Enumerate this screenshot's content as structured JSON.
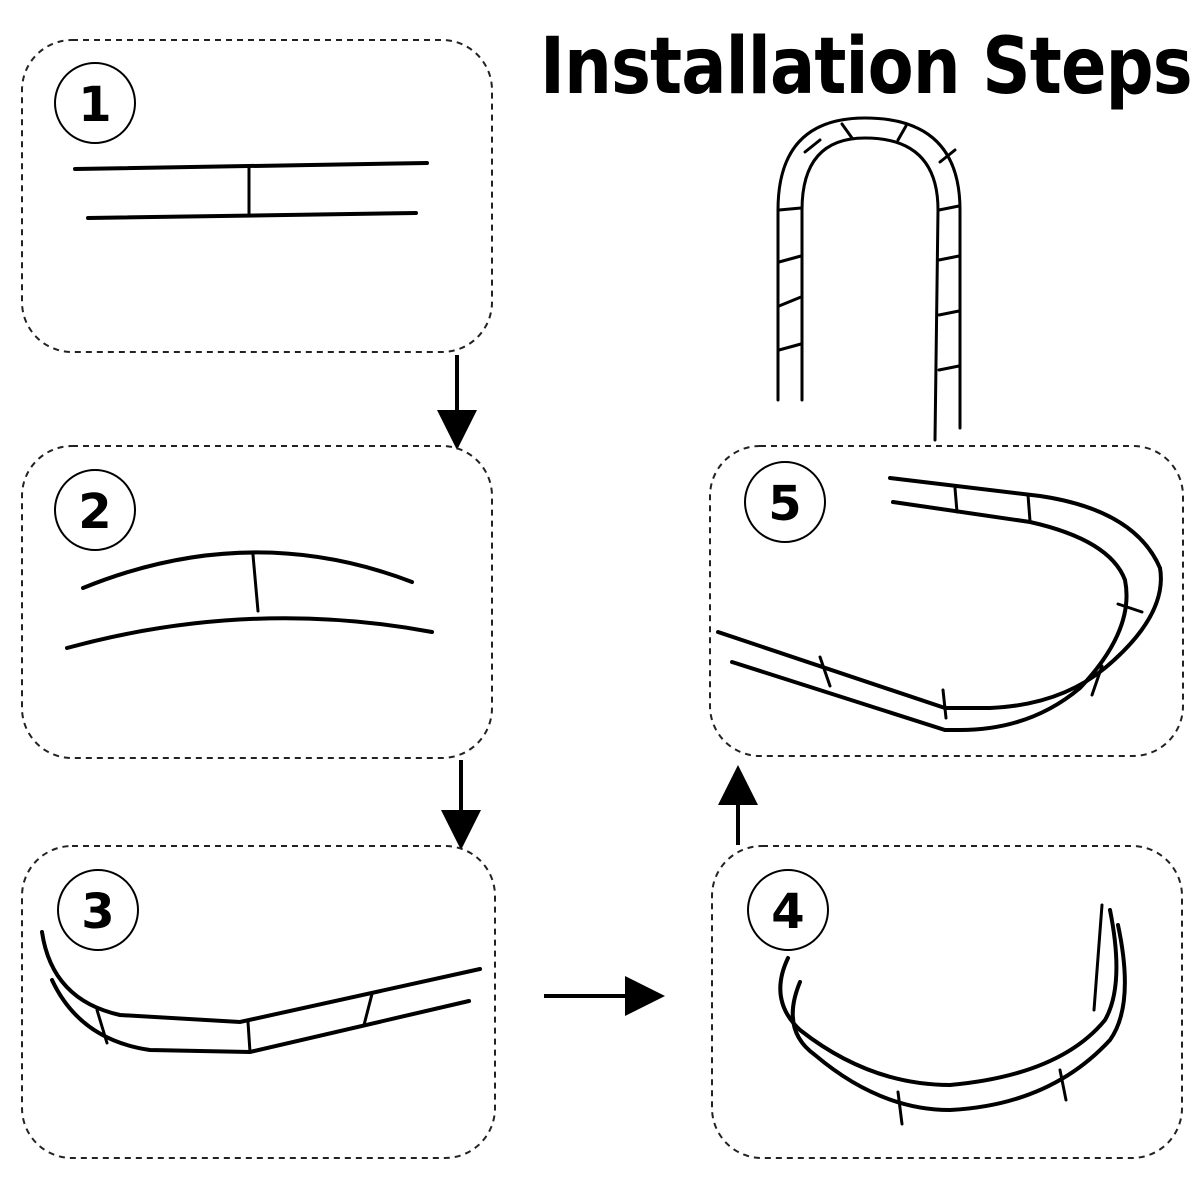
{
  "title": "Installation Steps",
  "colors": {
    "line": "#000000",
    "background": "#ffffff"
  },
  "steps": [
    {
      "number": "1"
    },
    {
      "number": "2"
    },
    {
      "number": "3"
    },
    {
      "number": "4"
    },
    {
      "number": "5"
    }
  ]
}
